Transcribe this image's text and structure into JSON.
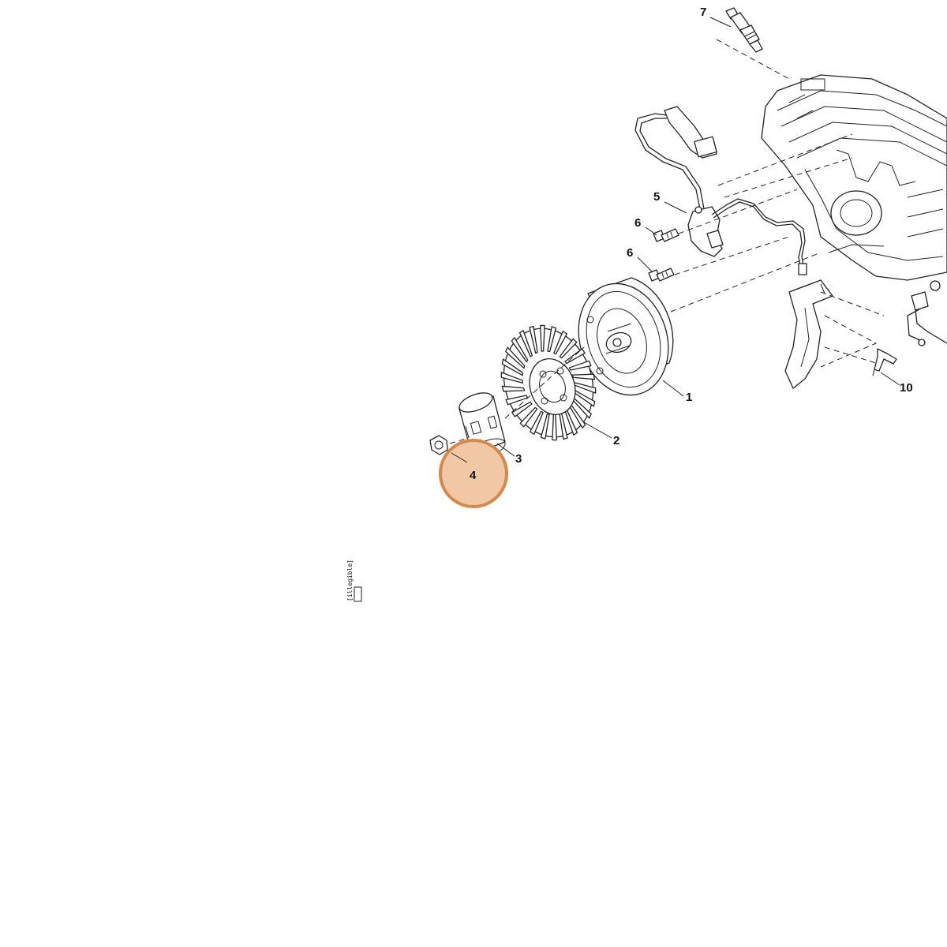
{
  "callouts": [
    {
      "id": "1",
      "label": "1"
    },
    {
      "id": "2",
      "label": "2"
    },
    {
      "id": "3",
      "label": "3"
    },
    {
      "id": "4",
      "label": "4"
    },
    {
      "id": "5",
      "label": "5"
    },
    {
      "id": "6a",
      "label": "6"
    },
    {
      "id": "6b",
      "label": "6"
    },
    {
      "id": "7",
      "label": "7"
    },
    {
      "id": "10",
      "label": "10"
    }
  ],
  "highlight": {
    "target": "4",
    "fill": "#f0c8a6",
    "stroke": "#d4894a"
  },
  "drawing_code": "[illegible]"
}
